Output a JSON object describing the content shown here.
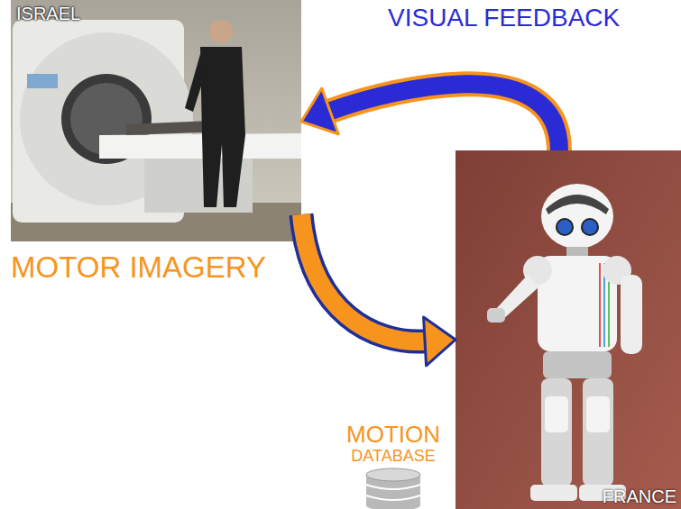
{
  "diagram": {
    "nodes": [
      {
        "text": [
          "ISRAEL"
        ]
      },
      {
        "text": [
          "FRANCE"
        ]
      },
      {
        "text": [
          "MOTION",
          "DATABASE"
        ]
      }
    ],
    "edges": [
      {
        "from": 0,
        "to": 1,
        "arrow": "to",
        "label": "MOTOR IMAGERY"
      },
      {
        "from": 1,
        "to": 0,
        "arrow": "to",
        "label": "VISUAL FEEDBACK"
      }
    ]
  }
}
